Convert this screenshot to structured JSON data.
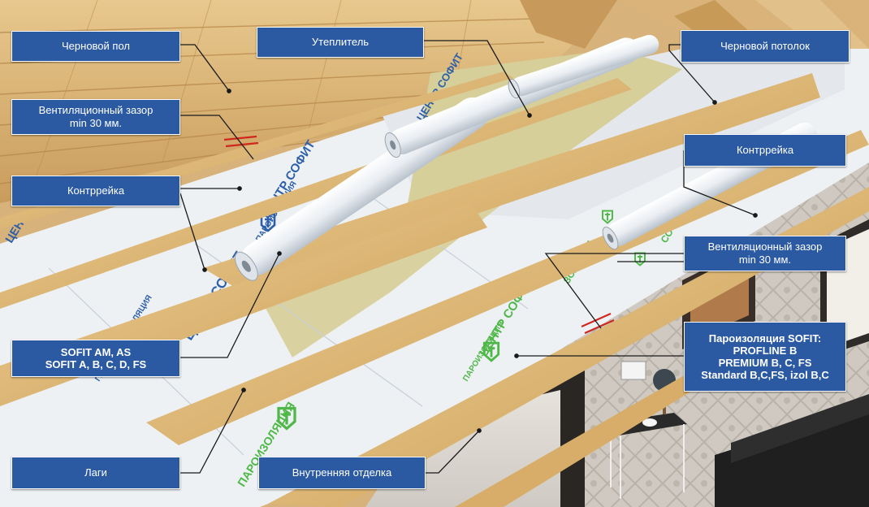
{
  "labels": {
    "chernovoy_pol": "Черновой пол",
    "uteplitel": "Утеплитель",
    "chernovoy_potolok": "Черновой потолок",
    "vent_zazor_left": "Вентиляционный зазор\nmin 30 мм.",
    "kontrreyka_left": "Контррейка",
    "kontrreyka_right": "Контррейка",
    "vent_zazor_right": "Вентиляционный зазор\nmin 30 мм.",
    "sofit_am": "SOFIT  AM, AS\nSOFIT  A, B, C, D, FS",
    "paroizolyatsiya": "Пароизоляция SOFIT:\nPROFLINE B\nPREMIUM B, C, FS\nStandard B,C,FS, izol B,C",
    "lagi": "Лаги",
    "vnutrennyaya_otdelka": "Внутренняя отделка"
  },
  "membrane_text": {
    "brand": "ЦЕНТР СОФИТ",
    "brand_short": "СОФИТ",
    "brand_partial": "ЦЕНТ",
    "gidro": "ГИДРО-ПАРОИЗОЛЯЦИЯ",
    "paro": "ПАРОИЗОЛЯЦИЯ",
    "paro_partial": "ЗОЛЯЦИЯ"
  },
  "colors": {
    "label_bg": "#2b5aa3",
    "label_border": "#ffffff",
    "leader": "#1a1a1a",
    "gap_mark": "#d0281e",
    "wood": "#dcb77a",
    "membrane": "#eef1f4",
    "print_blue": "#2d5fa8",
    "print_green": "#4fb848",
    "insulation": "#d6cf9a"
  },
  "icons": [
    "sofit-logo-icon"
  ]
}
